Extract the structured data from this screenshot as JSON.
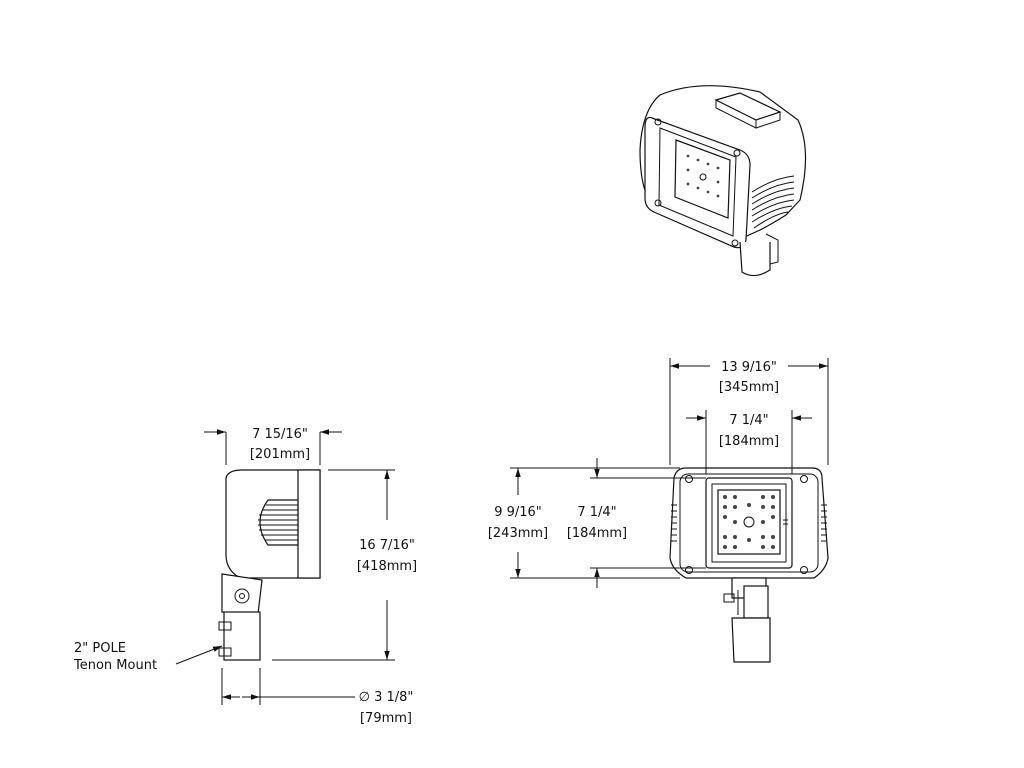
{
  "side_view": {
    "width_in": "7 15/16\"",
    "width_mm": "[201mm]",
    "height_in": "16 7/16\"",
    "height_mm": "[418mm]",
    "tenon_dia_in": "∅ 3 1/8\"",
    "tenon_dia_mm": "[79mm]",
    "mount_line1": "2\" POLE",
    "mount_line2": "Tenon Mount"
  },
  "front_view": {
    "overall_width_in": "13 9/16\"",
    "overall_width_mm": "[345mm]",
    "lens_width_in": "7 1/4\"",
    "lens_width_mm": "[184mm]",
    "overall_height_in": "9 9/16\"",
    "overall_height_mm": "[243mm]",
    "lens_height_in": "7 1/4\"",
    "lens_height_mm": "[184mm]"
  }
}
